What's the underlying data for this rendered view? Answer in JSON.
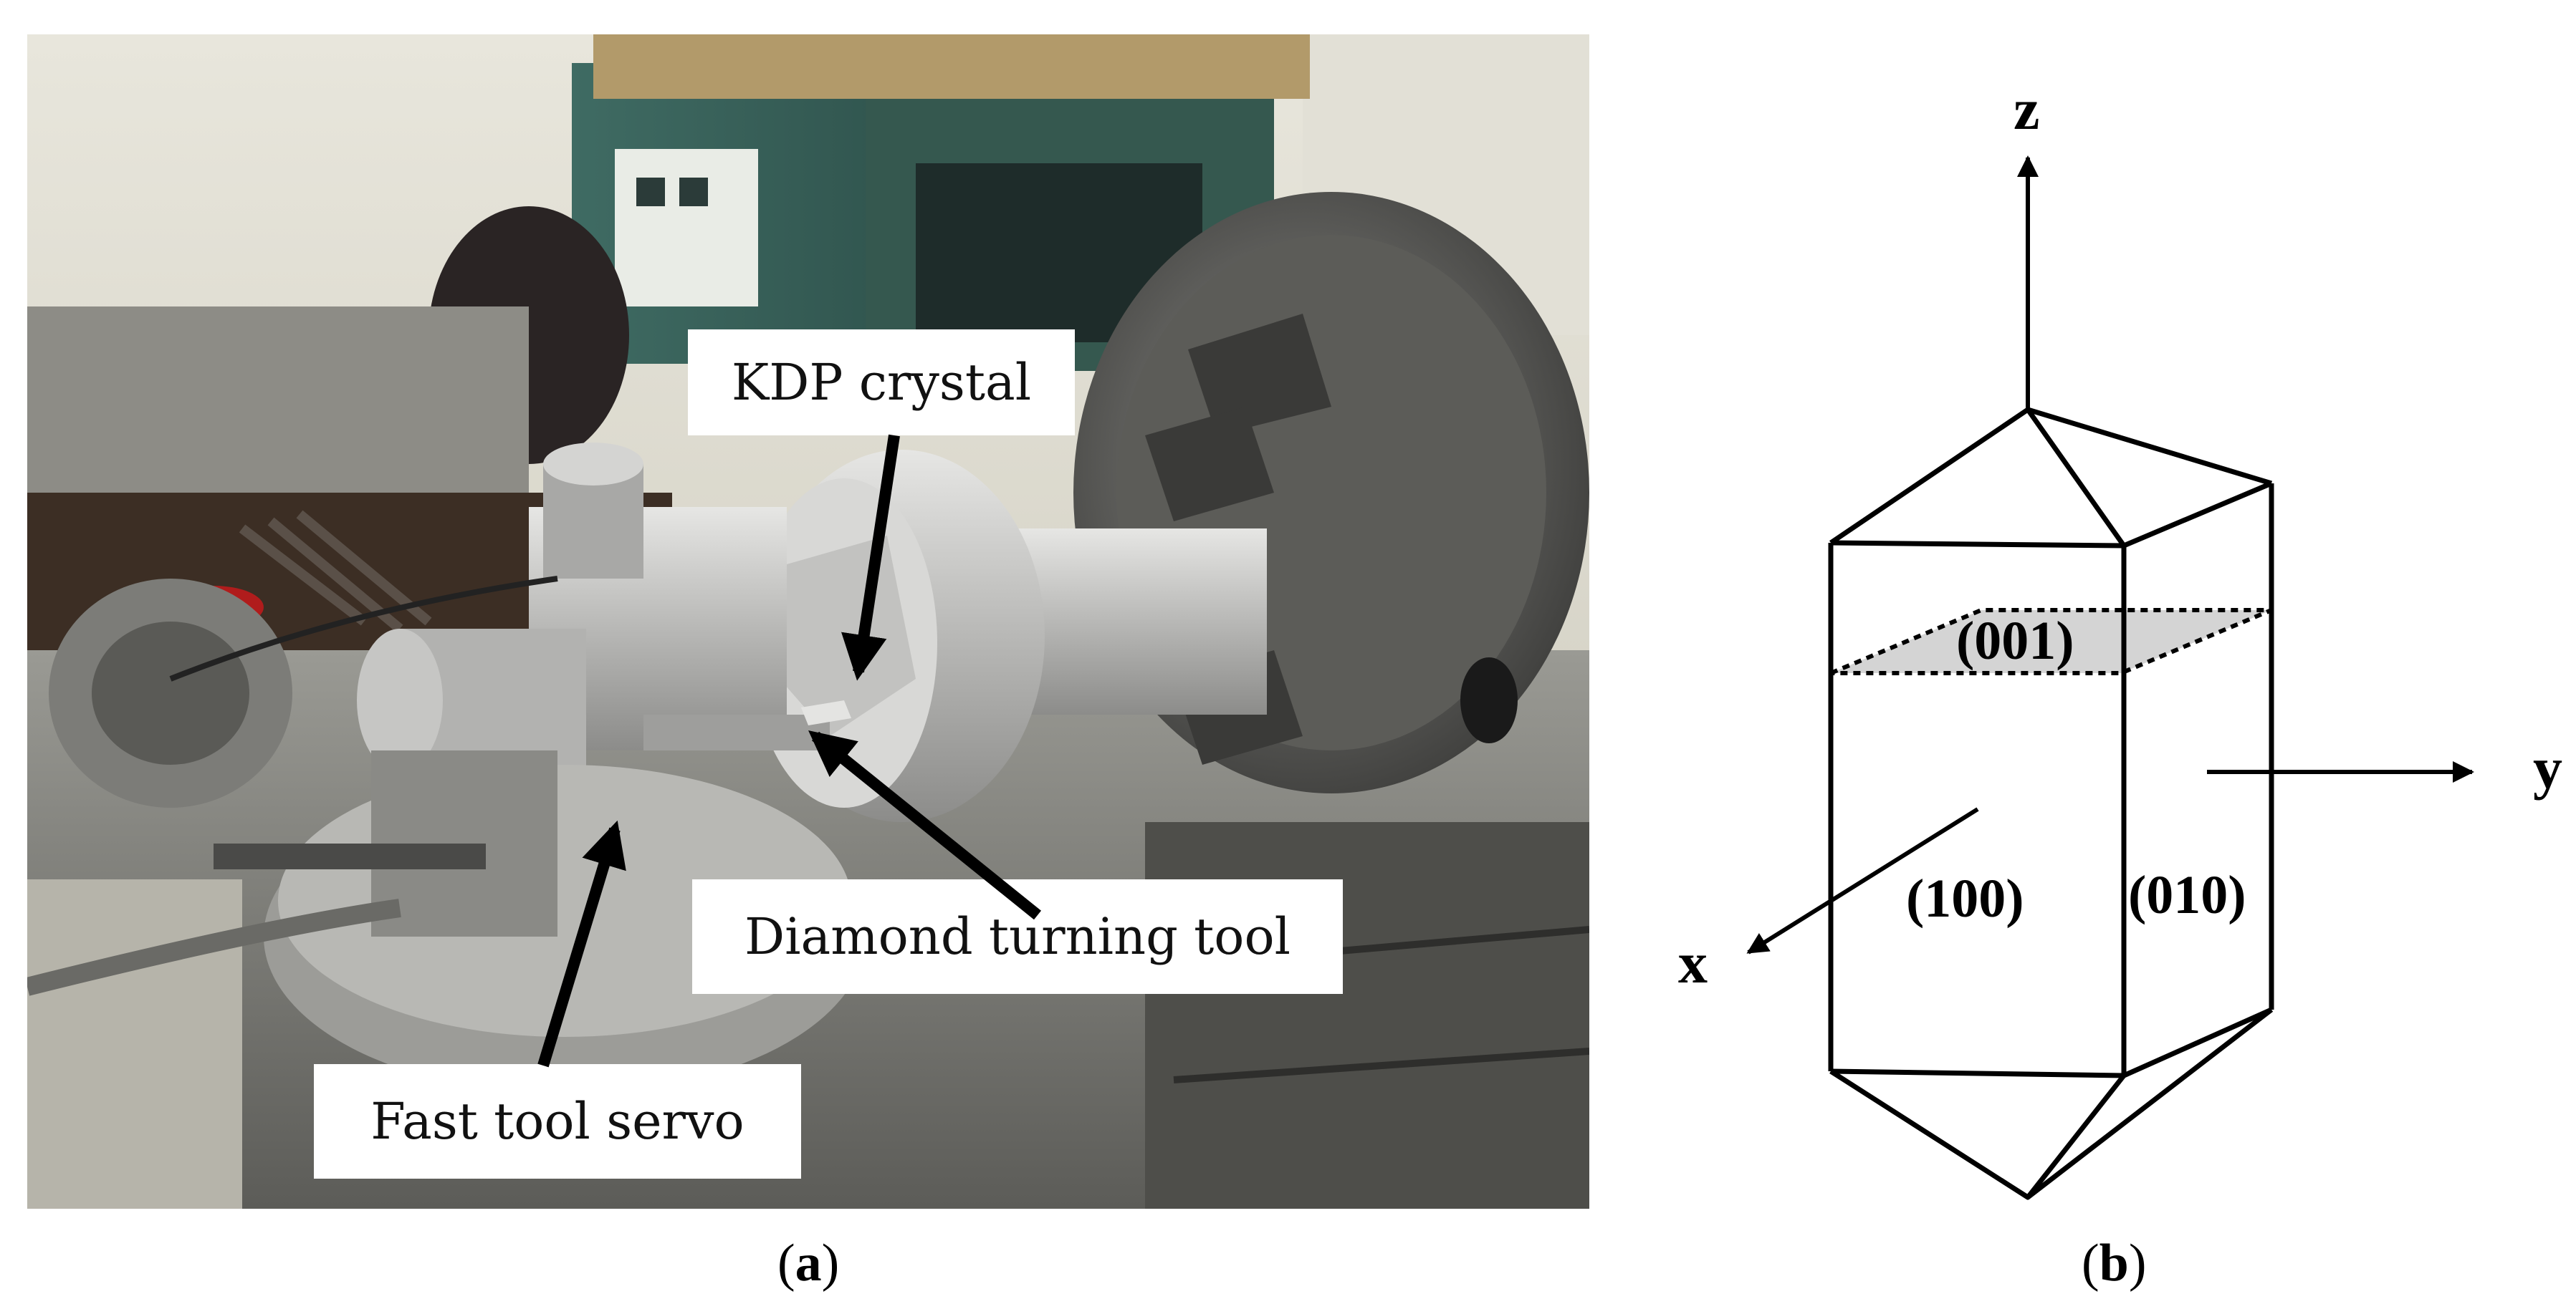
{
  "panel_a": {
    "labels": {
      "kdp_crystal": "KDP crystal",
      "diamond_turning_tool": "Diamond turning tool",
      "fast_tool_servo": "Fast tool servo"
    },
    "caption_letter": "a"
  },
  "panel_b": {
    "axes": {
      "z": "z",
      "y": "y",
      "x": "x"
    },
    "faces": {
      "top_plane": "(001)",
      "front": "(100)",
      "side": "(010)"
    },
    "caption_letter": "b",
    "plane_fill": "#d4d4d4"
  }
}
